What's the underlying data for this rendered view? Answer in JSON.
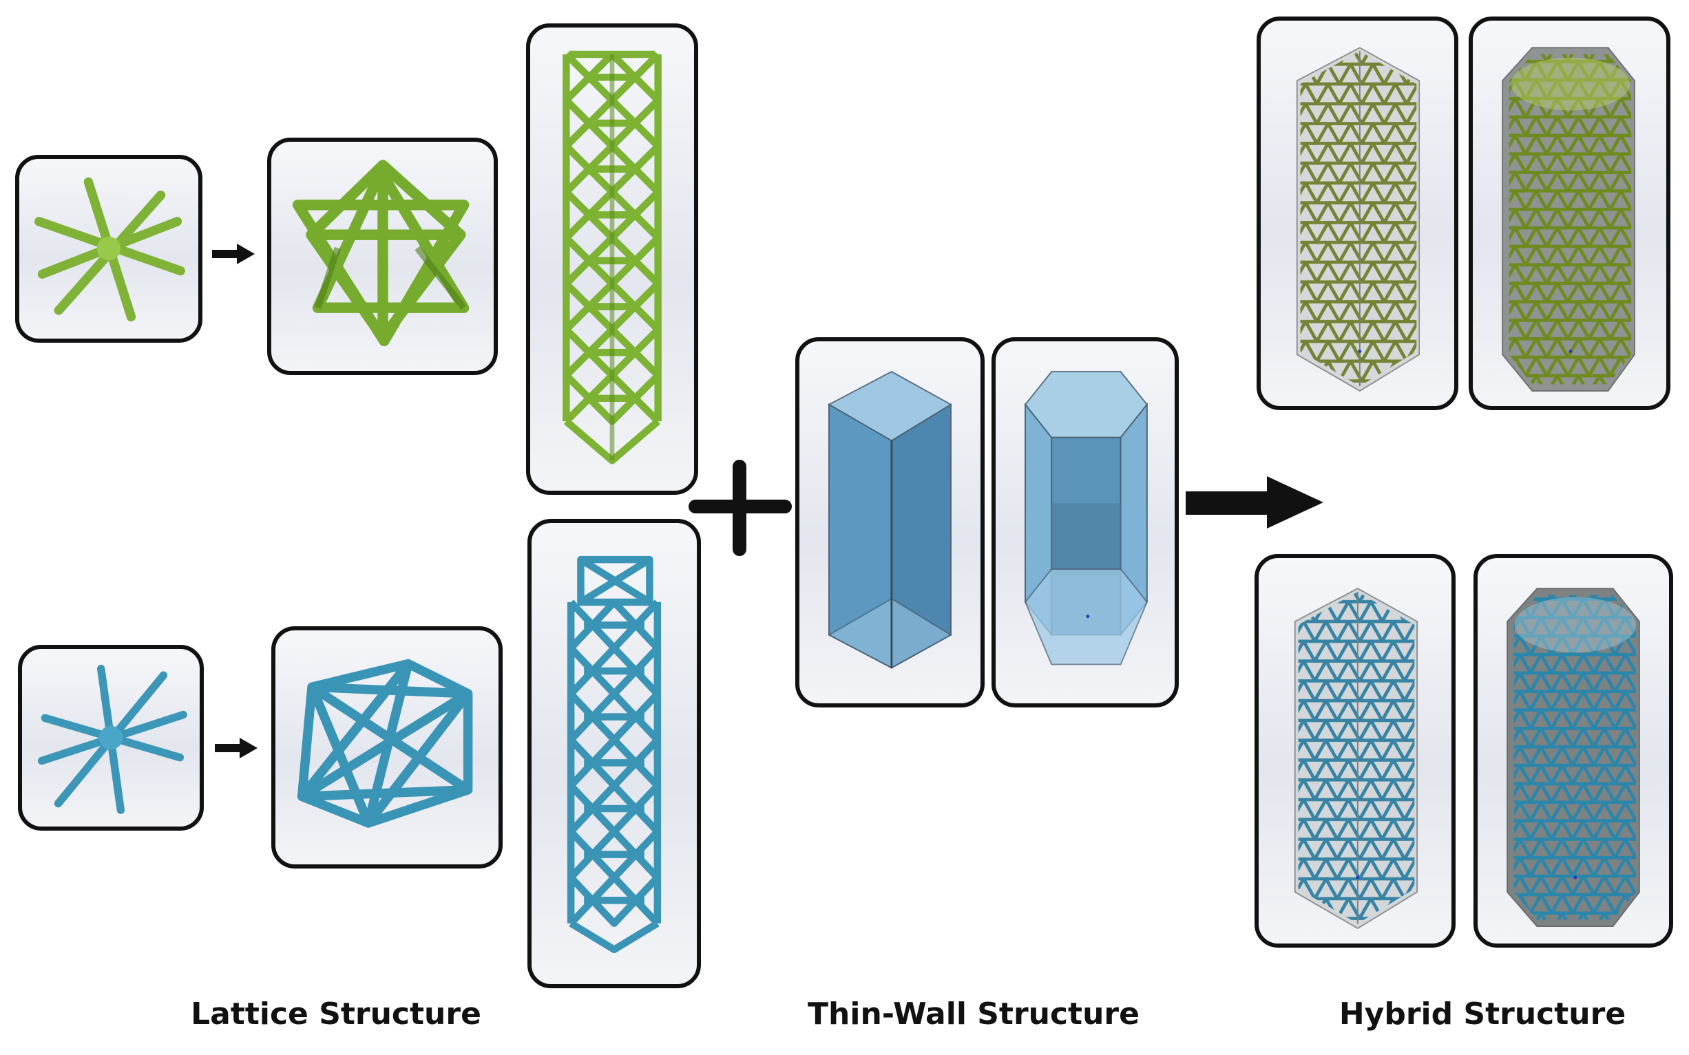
{
  "captions": {
    "lattice": "Lattice Structure",
    "thin_wall": "Thin-Wall Structure",
    "hybrid": "Hybrid Structure"
  },
  "colors": {
    "green_lattice": "#8cbf3a",
    "blue_lattice": "#3f9bbd",
    "thin_wall": "#5e9cc4",
    "hybrid_green": "#6d7d2a",
    "hybrid_blue": "#2f7fa0",
    "frame": "#111111"
  },
  "icons": [
    "arrow-right-small-icon",
    "plus-icon",
    "arrow-right-large-icon"
  ]
}
